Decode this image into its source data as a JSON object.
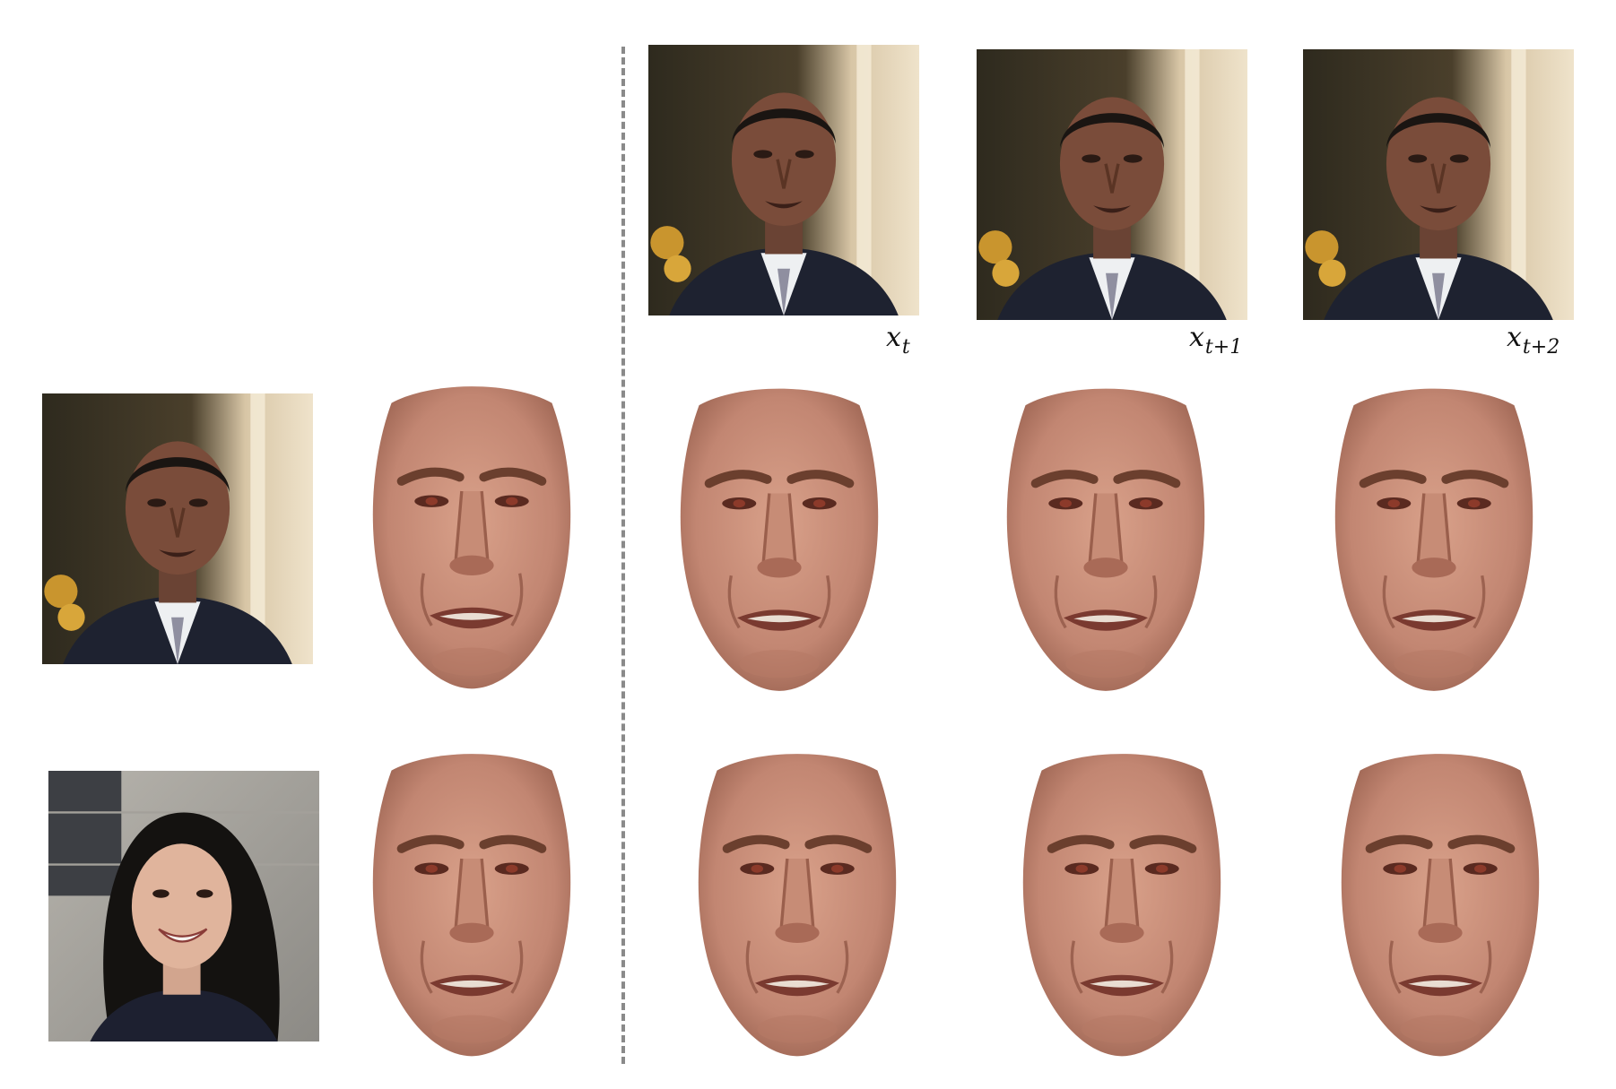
{
  "figure": {
    "frame_labels": [
      {
        "base": "x",
        "subscript": "t"
      },
      {
        "base": "x",
        "subscript": "t+1"
      },
      {
        "base": "x",
        "subscript": "t+2"
      }
    ],
    "colors": {
      "skin": "#c98e78",
      "skin_shadow": "#a86a58",
      "background_room": "#3d3526",
      "suit": "#1e2230",
      "shirt": "#eef0f2",
      "wall_grey": "#9a9893",
      "divider": "#8a8a8a"
    },
    "images": {
      "input_photos": [
        "obama-photo-input",
        "woman-photo-input"
      ],
      "frames": [
        "obama-frame-t",
        "obama-frame-t1",
        "obama-frame-t2"
      ],
      "reconstructions": [
        "face-recon-row1-col1",
        "face-recon-row1-col2",
        "face-recon-row1-col3",
        "face-recon-row1-col4",
        "face-recon-row2-col1",
        "face-recon-row2-col2",
        "face-recon-row2-col3",
        "face-recon-row2-col4"
      ]
    }
  }
}
